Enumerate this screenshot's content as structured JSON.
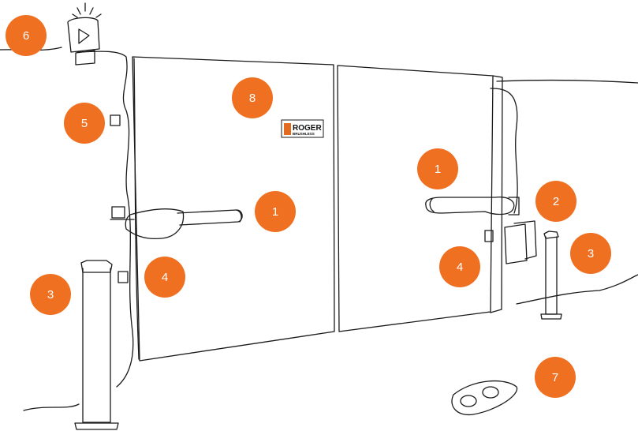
{
  "colors": {
    "badge": "#f07022",
    "badge_text": "#ffffff",
    "line": "#1a1a1a",
    "logo_accent": "#e36b1f"
  },
  "logo": {
    "brand": "ROGER",
    "tagline": "BRUSHLESS"
  },
  "callouts": [
    {
      "id": "callout-6",
      "label": "6"
    },
    {
      "id": "callout-8",
      "label": "8"
    },
    {
      "id": "callout-5",
      "label": "5"
    },
    {
      "id": "callout-1-left",
      "label": "1"
    },
    {
      "id": "callout-1-right",
      "label": "1"
    },
    {
      "id": "callout-2",
      "label": "2"
    },
    {
      "id": "callout-3-left",
      "label": "3"
    },
    {
      "id": "callout-3-right",
      "label": "3"
    },
    {
      "id": "callout-4-left",
      "label": "4"
    },
    {
      "id": "callout-4-right",
      "label": "4"
    },
    {
      "id": "callout-7",
      "label": "7"
    }
  ],
  "icons": [
    "flashing-lamp-icon",
    "remote-control-icon",
    "photocell-icon",
    "key-selector-icon"
  ]
}
